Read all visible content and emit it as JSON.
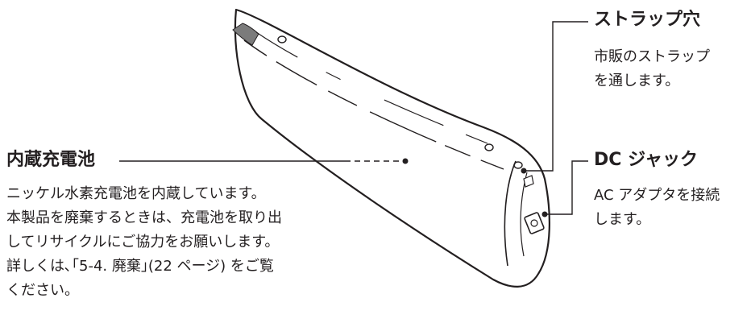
{
  "callouts": {
    "battery": {
      "title": "内蔵充電池",
      "lines": [
        "ニッケル水素充電池を内蔵しています。",
        "本製品を廃棄するときは、充電池を取り出",
        "してリサイクルにご協力をお願いします。",
        "詳しくは､｢5-4. 廃棄｣(22 ページ) をご覧",
        "ください。"
      ]
    },
    "strap_hole": {
      "title": "ストラップ穴",
      "lines": [
        "市販のストラップ",
        "を通します。"
      ]
    },
    "dc_jack": {
      "title": "DC ジャック",
      "lines": [
        "AC アダプタを接続",
        "します。"
      ]
    }
  },
  "colors": {
    "line": "#231f20",
    "band": "#7b7b7b",
    "background": "#ffffff"
  }
}
